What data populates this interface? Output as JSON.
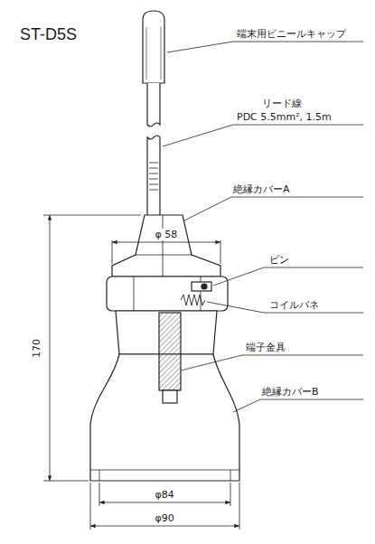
{
  "diagram": {
    "title": "ST-D5S",
    "labels": [
      "端末用ビニールキャップ",
      "リード線",
      "PDC 5.5mm², 1.5m",
      "絶縁カバーA",
      "φ 58",
      "ピン",
      "コイルバネ",
      "端子金具",
      "絶縁カバーB",
      "170",
      "φ84",
      "φ90"
    ]
  }
}
